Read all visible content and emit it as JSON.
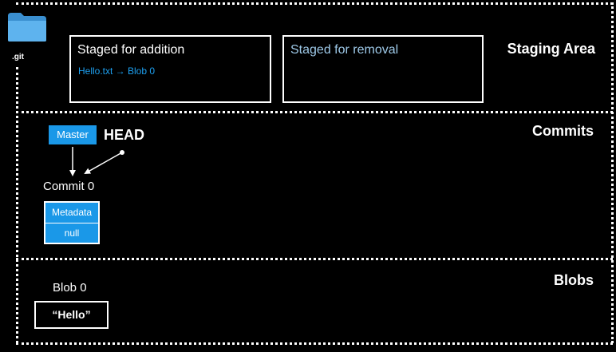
{
  "repo": {
    "folder_label": ".git"
  },
  "staging": {
    "title": "Staging Area",
    "addition": {
      "title": "Staged for addition",
      "entries": [
        "Hello.txt → Blob 0"
      ]
    },
    "removal": {
      "title": "Staged for removal",
      "entries": []
    }
  },
  "commits": {
    "title": "Commits",
    "branch": "Master",
    "head": "HEAD",
    "commit_label": "Commit 0",
    "metadata_label": "Metadata",
    "parent_value": "null"
  },
  "blobs": {
    "title": "Blobs",
    "blob_label": "Blob 0",
    "blob_content": "“Hello”"
  },
  "colors": {
    "background": "#000000",
    "accent": "#1a98e8",
    "entry_text": "#1da1f2",
    "muted_title": "#9ec9e8"
  }
}
